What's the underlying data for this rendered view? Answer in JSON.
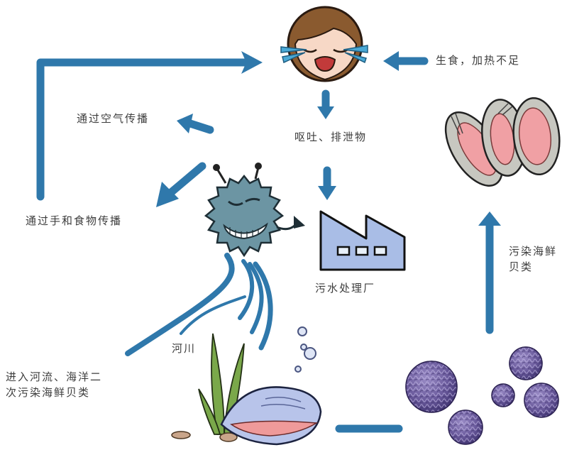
{
  "diagram": {
    "title": "病毒传播循环示意图",
    "colors": {
      "arrow": "#2f78ab",
      "text": "#3d3d3d",
      "virus_main": "#6c95a3",
      "virus_particles": "#6a5a9c",
      "factory": "#a9bde6",
      "shell_meat": "#ef9a9a",
      "clam_shell": "#b8c4ea",
      "seaweed": "#6f9a3c"
    },
    "nodes": {
      "person": {
        "label": "",
        "icon": "crying-person-icon"
      },
      "virus": {
        "label": "",
        "icon": "virus-character-icon"
      },
      "factory": {
        "label": "污水处理厂",
        "icon": "factory-icon"
      },
      "mussels": {
        "label": "",
        "icon": "mussels-icon"
      },
      "clam": {
        "label": "",
        "icon": "clam-icon"
      },
      "particles": {
        "label": "",
        "icon": "virus-particles-icon"
      }
    },
    "labels": {
      "raw_food": "生食，加热不足",
      "airborne": "通过空气传播",
      "vomit": "呕吐、排泄物",
      "hand_food": "通过手和食物传播",
      "treatment_plant": "污水处理厂",
      "contaminated_seafood": "污染海鲜\n贝类",
      "river": "河川",
      "secondary": "进入河流、海洋二\n次污染海鲜贝类"
    },
    "edges": [
      {
        "from": "hand_food",
        "to": "person",
        "label": ""
      },
      {
        "from": "mussels",
        "to": "person",
        "label": "生食，加热不足"
      },
      {
        "from": "person",
        "to": "factory",
        "label": "呕吐、排泄物"
      },
      {
        "from": "virus",
        "to": "airborne",
        "label": "通过空气传播"
      },
      {
        "from": "virus",
        "to": "hand_food",
        "label": "通过手和食物传播"
      },
      {
        "from": "virus",
        "to": "river",
        "label": "河川"
      },
      {
        "from": "clam",
        "to": "particles",
        "label": ""
      },
      {
        "from": "particles",
        "to": "mussels",
        "label": "污染海鲜贝类"
      }
    ]
  }
}
